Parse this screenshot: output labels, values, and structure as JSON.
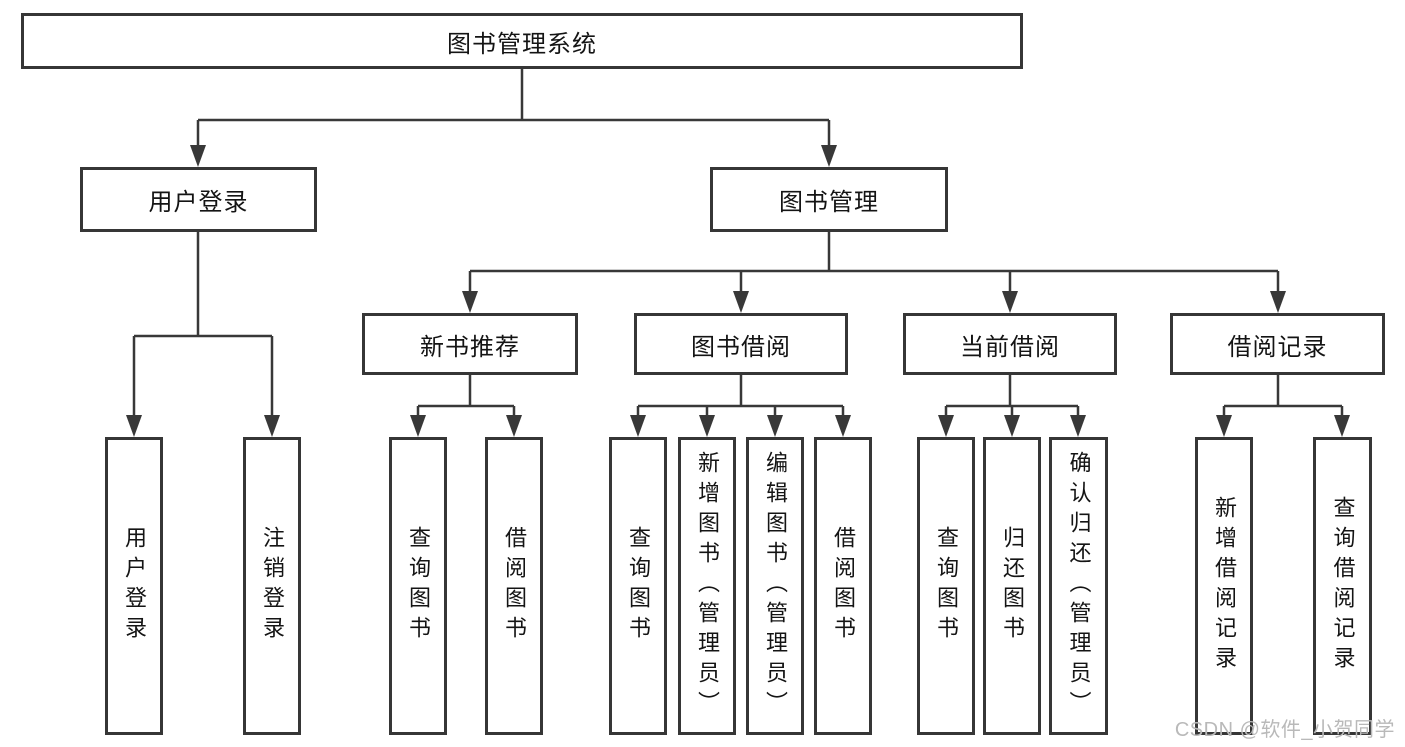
{
  "diagram": {
    "root": "图书管理系统",
    "level2": {
      "user_login": "用户登录",
      "book_mgmt": "图书管理"
    },
    "level3": {
      "new_books": "新书推荐",
      "book_borrow": "图书借阅",
      "current_borrow": "当前借阅",
      "borrow_records": "借阅记录"
    },
    "leaves": {
      "user_login_leaf": "用户登录",
      "logout": "注销登录",
      "nb_query": "查询图书",
      "nb_borrow": "借阅图书",
      "bb_query": "查询图书",
      "bb_add": "新增图书（管理员）",
      "bb_edit": "编辑图书（管理员）",
      "bb_borrow": "借阅图书",
      "cb_query": "查询图书",
      "cb_return": "归还图书",
      "cb_confirm": "确认归还（管理员）",
      "br_add": "新增借阅记录",
      "br_query": "查询借阅记录"
    }
  },
  "watermark": {
    "text": "CSDN @软件_小贺同学"
  },
  "colors": {
    "line": "#383838",
    "border": "#363636",
    "text": "#141414",
    "watermark_text": "#b9b9b9",
    "background": "#ffffff"
  }
}
